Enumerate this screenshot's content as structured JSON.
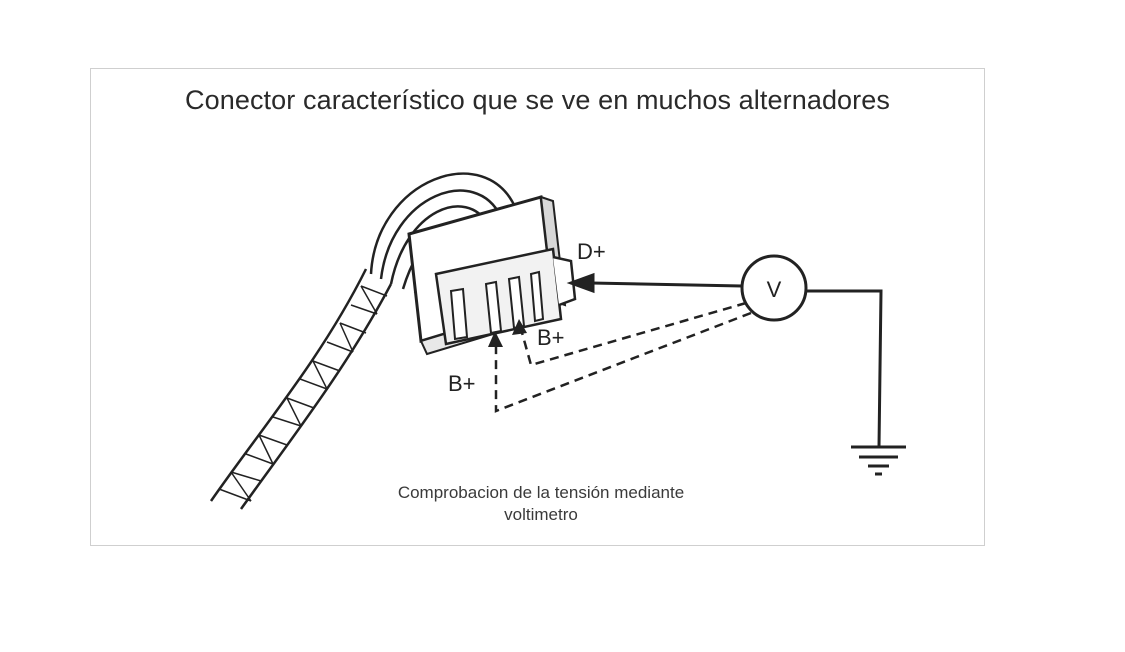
{
  "figure": {
    "title": "Conector característico que se ve en muchos alternadores",
    "caption_line1": "Comprobacion de la tensión mediante",
    "caption_line2": "voltimetro"
  },
  "labels": {
    "d_plus": "D+",
    "b_plus_upper": "B+",
    "b_plus_lower": "B+",
    "voltmeter": "V"
  }
}
